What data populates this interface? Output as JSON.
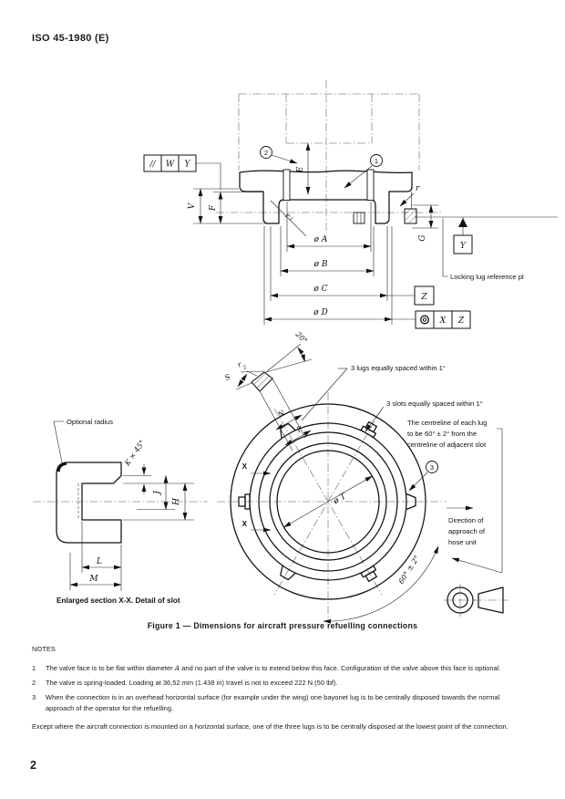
{
  "page": {
    "header": "ISO 45-1980 (E)",
    "page_number": "2"
  },
  "figure_caption": "Figure 1 — Dimensions for aircraft pressure refuelling connections",
  "notes": {
    "heading": "NOTES",
    "n1_num": "1",
    "n1_a": "The valve face is to be flat within diameter ",
    "n1_var": "A",
    "n1_b": " and no part of the valve is to extend below this face. Configuration of the valve above this face is optional.",
    "n2_num": "2",
    "n2_text": "The valve is spring-loaded. Loading at 36,52 mm (1.438 in) travel is not to exceed 222 N (50 lbf).",
    "n3_num": "3",
    "n3_text": "When the connection is in an overhead horizontal surface (for example under the wing) one bayonet lug is to be centrally disposed towards the normal approach of the operator for the refuelling.",
    "extra": "Except where the aircraft connection is mounted on a horizontal surface, one of the three lugs is to be centrally disposed at the lowest point of the connection."
  },
  "drawing": {
    "section_view": {
      "balloon_1": "1",
      "balloon_2": "2",
      "fcf_parallel": "//",
      "fcf_w": "W",
      "fcf_y": "Y",
      "datum_y": "Y",
      "datum_z": "Z",
      "fcf2_x": "X",
      "fcf2_z": "Z",
      "dim_v": "V",
      "dim_f": "F",
      "dim_e": "E",
      "dim_g": "G",
      "dim_r": "r",
      "dim_r1": "r",
      "dim_r1_sub": "1",
      "dia_a": "ø A",
      "dia_b": "ø B",
      "dia_c": "ø C",
      "dia_d": "ø D",
      "locking_lug_label": "Locking lug reference pl"
    },
    "plan_view": {
      "balloon_3": "3",
      "lugs_note": "3 lugs equally spaced within 1°",
      "slots_note": "3 slots equally spaced within 1°",
      "centreline_note_1": "The centreline of each lug",
      "centreline_note_2": "to be 60° ± 2° from the",
      "centreline_note_3": "centreline of adjacent slot",
      "direction_1": "Direction of",
      "direction_2": "approach of",
      "direction_3": "hose unit",
      "angle_60": "60° ± 2°",
      "angle_20": "20°",
      "dim_s": "S",
      "dim_n": "N",
      "dim_p": "P",
      "dim_r2": "r",
      "dim_r2_sub": "2",
      "dia_t": "ø T",
      "section_x_upper": "X",
      "section_x_lower": "X"
    },
    "slot_detail": {
      "optional_radius": "Optional radius",
      "dim_k": "K × 45°",
      "dim_j": "J",
      "dim_h": "H",
      "dim_l": "L",
      "dim_m": "M",
      "caption": "Enlarged section X-X. Detail of slot"
    }
  }
}
